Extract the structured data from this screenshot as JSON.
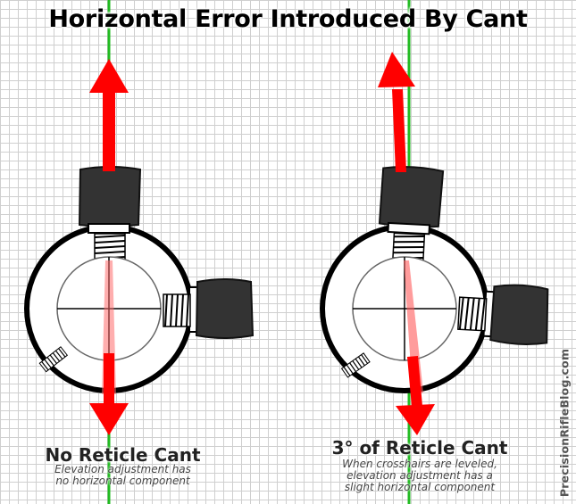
{
  "title": "Horizontal Error Introduced By Cant",
  "left_panel": {
    "caption_title": "No Reticle Cant",
    "caption_subtitle": [
      "Elevation adjustment has",
      "no horizontal component"
    ],
    "cant_degrees": 0
  },
  "right_panel": {
    "caption_title": "3° of Reticle Cant",
    "caption_subtitle": [
      "When crosshairs are leveled,",
      "elevation adjustment has a",
      "slight horizontal component"
    ],
    "cant_degrees": 3
  },
  "watermark": "PrecisionRifleBlog.com",
  "colors": {
    "arrow": "#ff0000",
    "vertical_reference": "#22bb22",
    "turret": "#333333",
    "grid": "#cfcfcf"
  }
}
